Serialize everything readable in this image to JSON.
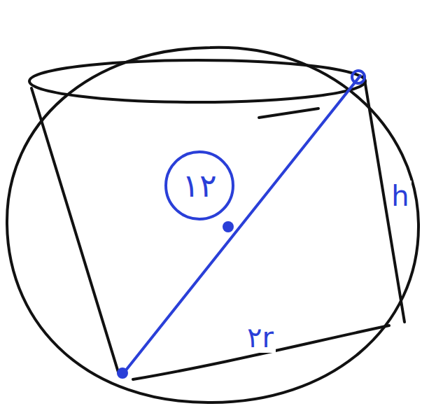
{
  "diagram": {
    "labels": [
      "۱۲",
      "h",
      "۲r"
    ]
  }
}
